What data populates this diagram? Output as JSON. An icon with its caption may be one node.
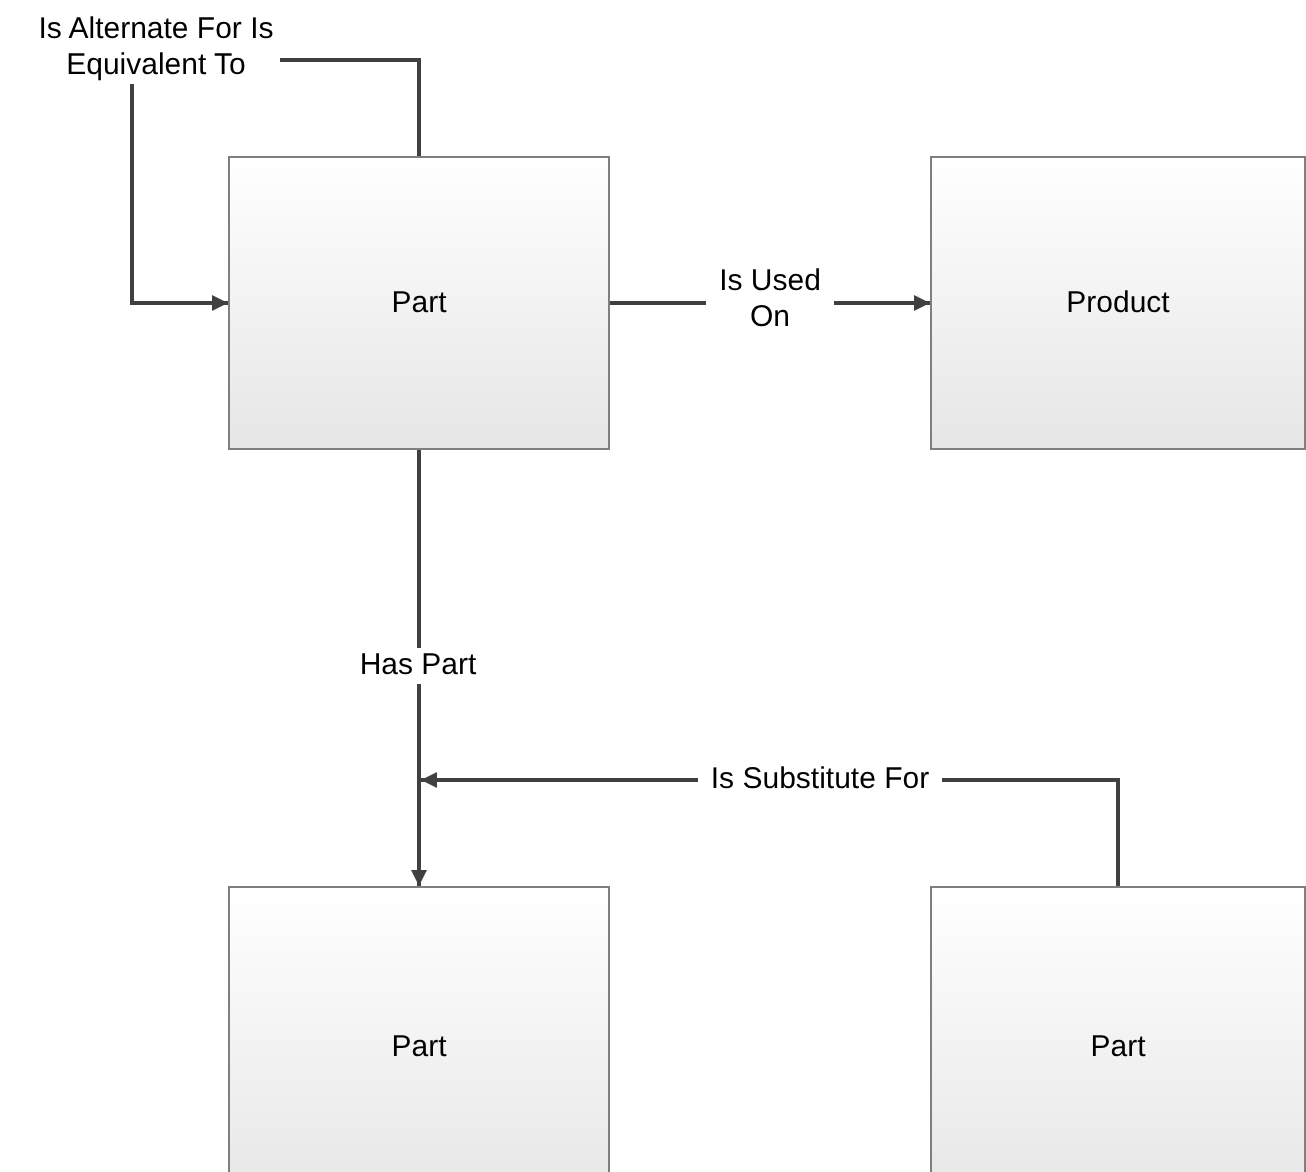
{
  "diagram": {
    "nodes": [
      {
        "text": [
          "Part"
        ]
      },
      {
        "text": [
          "Product"
        ]
      },
      {
        "text": [
          "Part"
        ]
      },
      {
        "text": [
          "Part"
        ]
      }
    ],
    "edges": [
      {
        "from": 0,
        "to": 0,
        "arrow": "to",
        "label": "Is Alternate For Is Equivalent To"
      },
      {
        "from": 0,
        "to": 1,
        "arrow": "to",
        "label": "Is Used On"
      },
      {
        "from": 0,
        "to": 2,
        "arrow": "to",
        "label": "Has Part"
      },
      {
        "from": 3,
        "to": null,
        "arrow": "to",
        "label": "Is Substitute For"
      }
    ]
  }
}
